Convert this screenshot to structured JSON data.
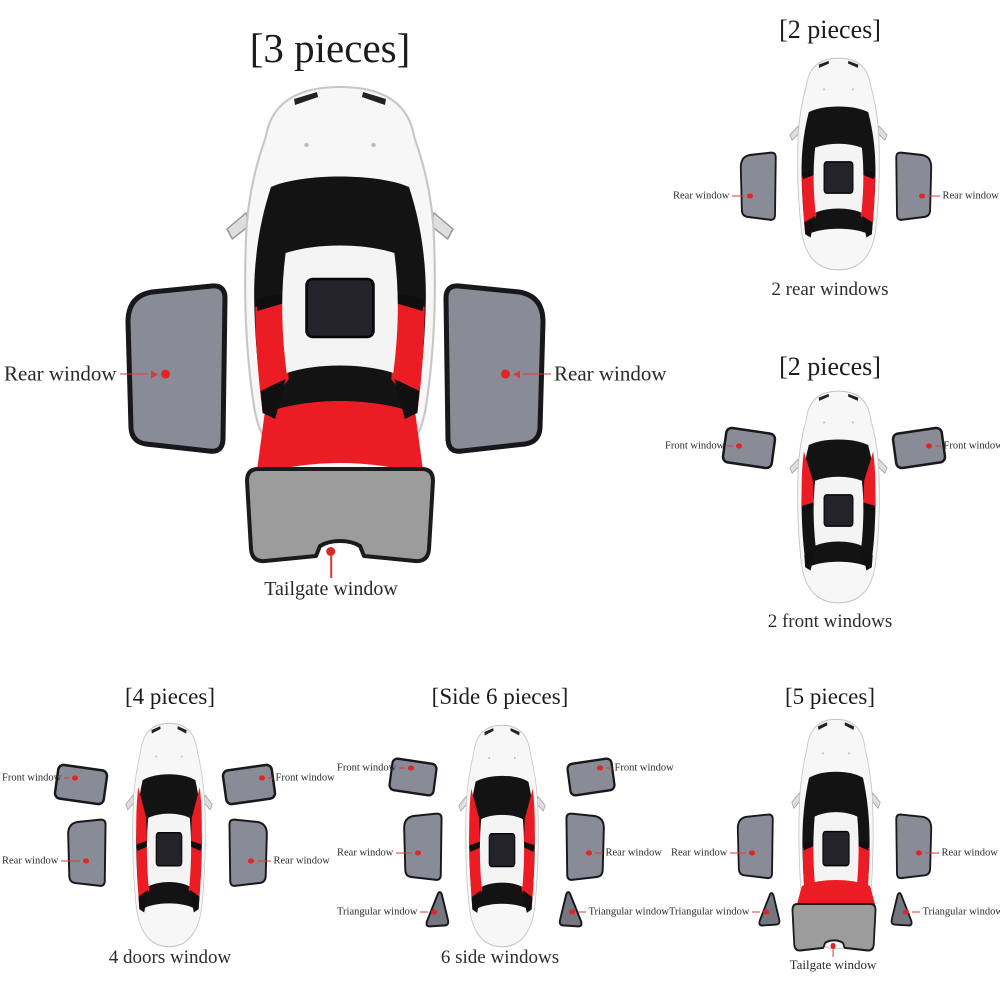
{
  "colors": {
    "accent_red": "#ec1c24",
    "arrow_red": "#d93a35",
    "shade_gray": "#898c96",
    "triangle_gray": "#75777f",
    "tailgate_gray": "#9c9c9c"
  },
  "panels": {
    "p3": {
      "title": "[3 pieces]",
      "rear_left": "Rear window",
      "rear_right": "Rear window",
      "tailgate": "Tailgate window"
    },
    "p2rear": {
      "title": "[2 pieces]",
      "rear_left": "Rear window",
      "rear_right": "Rear window",
      "caption": "2 rear windows"
    },
    "p2front": {
      "title": "[2 pieces]",
      "front_left": "Front window",
      "front_right": "Front window",
      "caption": "2 front windows"
    },
    "p4": {
      "title": "[4 pieces]",
      "front_left": "Front window",
      "front_right": "Front window",
      "rear_left": "Rear window",
      "rear_right": "Rear window",
      "caption": "4 doors window"
    },
    "p6": {
      "title": "[Side 6 pieces]",
      "front_left": "Front window",
      "front_right": "Front window",
      "rear_left": "Rear window",
      "rear_right": "Rear window",
      "tri_left": "Triangular window",
      "tri_right": "Triangular window",
      "caption": "6 side windows"
    },
    "p5": {
      "title": "[5 pieces]",
      "rear_left": "Rear window",
      "rear_right": "Rear window",
      "tri_left": "Triangular window",
      "tri_right": "Triangular window",
      "tailgate": "Tailgate window"
    }
  }
}
